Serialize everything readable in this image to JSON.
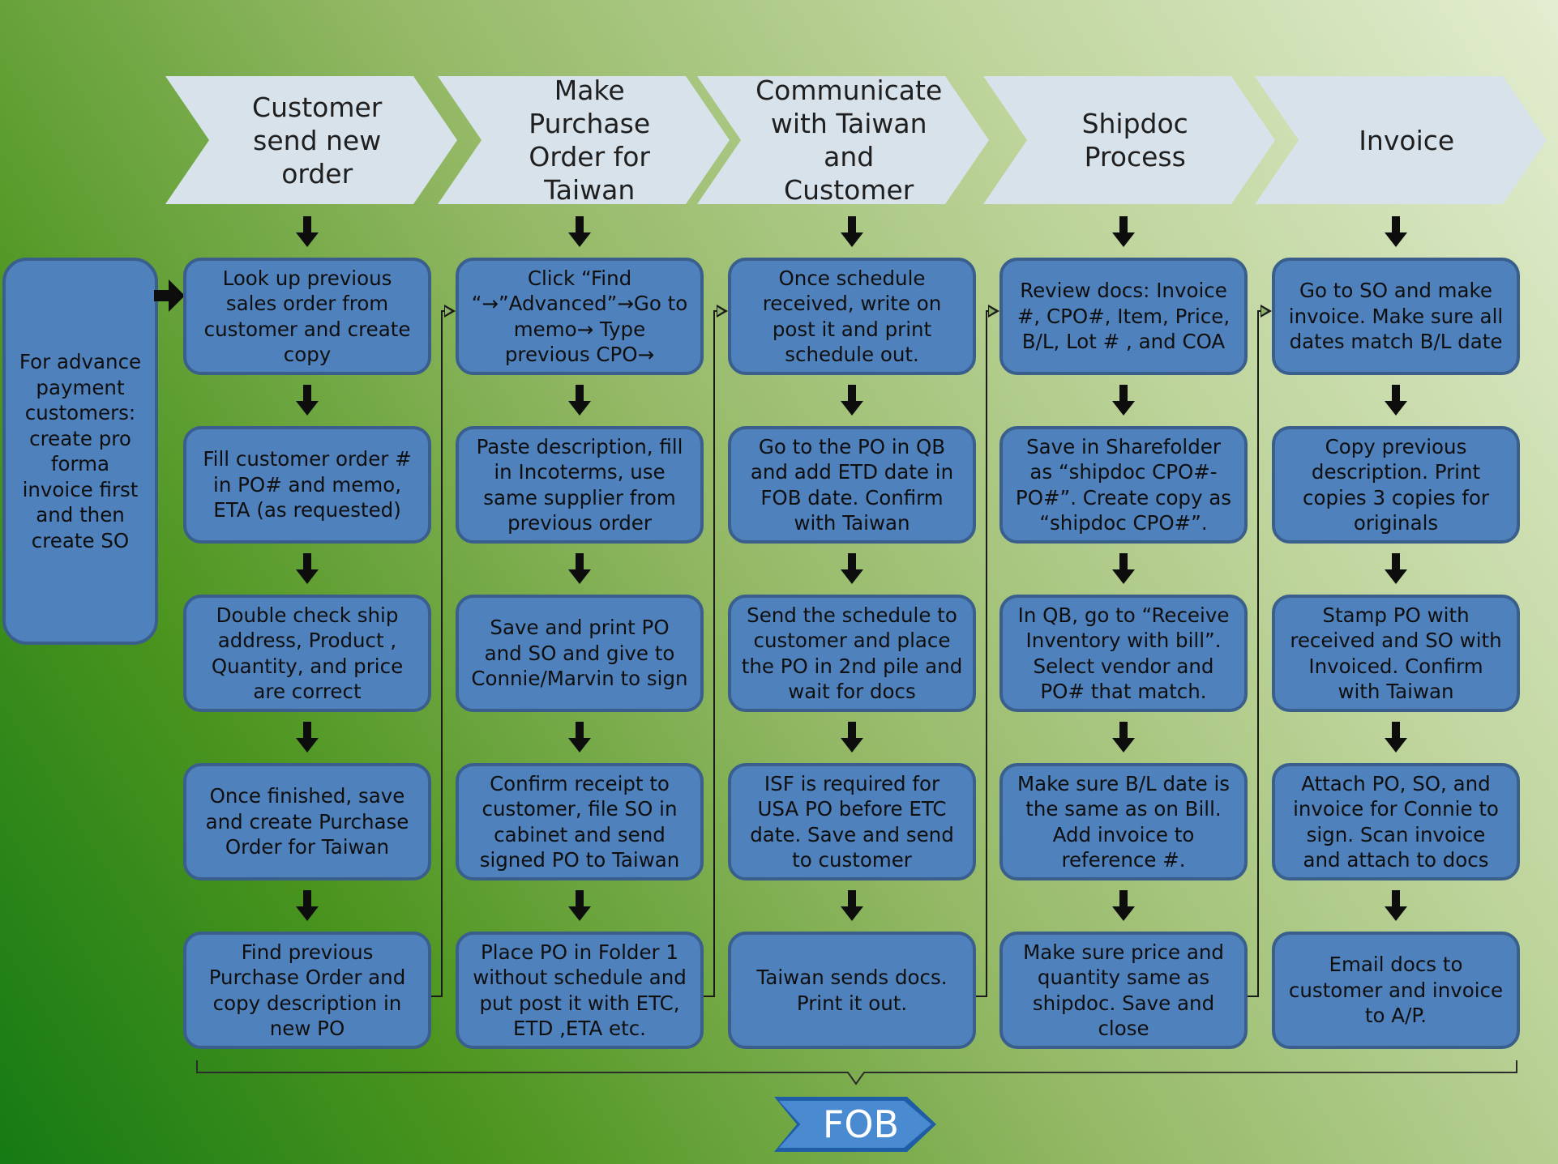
{
  "stages": [
    {
      "label": "Customer send new order"
    },
    {
      "label": "Make Purchase Order for Taiwan"
    },
    {
      "label": "Communicate with Taiwan and Customer"
    },
    {
      "label": "Shipdoc Process"
    },
    {
      "label": "Invoice"
    }
  ],
  "side_note": "For advance payment customers: create pro forma invoice first and then create SO",
  "columns": [
    {
      "steps": [
        "Look up previous sales order from customer and create copy",
        "Fill customer order # in PO# and memo, ETA (as requested)",
        "Double check ship address, Product , Quantity, and price are correct",
        "Once finished, save and create Purchase Order for Taiwan",
        "Find previous Purchase Order and copy description in new PO"
      ]
    },
    {
      "steps": [
        "Click “Find “→”Advanced”→Go to memo→ Type previous CPO→",
        "Paste description, fill in Incoterms, use same supplier from previous order",
        "Save and print PO and SO and give to Connie/Marvin to sign",
        "Confirm receipt to customer, file SO in cabinet and send signed PO to Taiwan",
        "Place PO in Folder 1 without schedule and put post it with ETC, ETD ,ETA etc."
      ]
    },
    {
      "steps": [
        "Once schedule received, write on post it and print schedule out.",
        "Go to the PO in QB and add ETD date in FOB date. Confirm with Taiwan",
        "Send the schedule to customer and place the PO in 2nd pile and wait for docs",
        "ISF is required for USA PO before ETC date. Save and send to customer",
        "Taiwan sends docs. Print it out."
      ]
    },
    {
      "steps": [
        "Review docs: Invoice #, CPO#, Item, Price, B/L, Lot # , and COA",
        "Save in Sharefolder as “shipdoc CPO#-PO#”. Create copy as “shipdoc CPO#”.",
        "In QB, go to “Receive Inventory with bill”. Select vendor and PO# that match.",
        "Make sure B/L date is the same as on Bill. Add invoice to reference #.",
        "Make sure price and quantity same as shipdoc. Save and close"
      ]
    },
    {
      "steps": [
        "Go to SO and make invoice. Make sure all dates match B/L date",
        "Copy previous description. Print copies 3 copies for originals",
        "Stamp PO with received and SO with Invoiced. Confirm with Taiwan",
        "Attach PO, SO, and invoice for Connie to sign. Scan invoice and attach to docs",
        "Email docs to customer and invoice to A/P."
      ]
    }
  ],
  "footer_label": "FOB",
  "colors": {
    "box_fill": "#4f81bd",
    "box_border": "#3a5f8c",
    "chevron_fill": "#d7e2ea",
    "fob_fill": "#4a8ad0"
  }
}
